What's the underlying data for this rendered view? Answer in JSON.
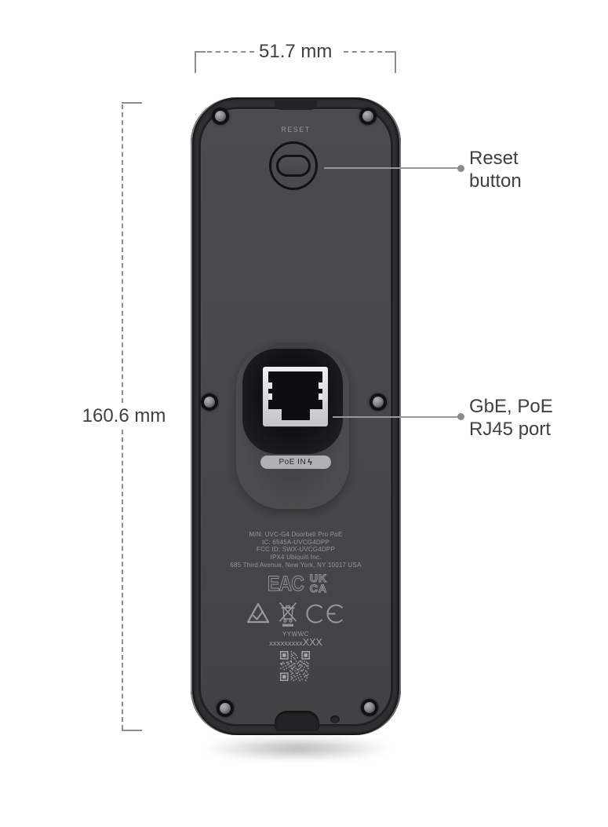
{
  "dimensions": {
    "width_label": "51.7 mm",
    "height_label": "160.6 mm"
  },
  "callouts": {
    "reset": {
      "line1": "Reset",
      "line2": "button"
    },
    "port": {
      "line1": "GbE, PoE",
      "line2": "RJ45 port"
    }
  },
  "device": {
    "reset_label": "RESET",
    "poe_label": "PoE IN",
    "poe_bolt": "ϟ",
    "regulatory_lines": [
      "M/N: UVC-G4 Doorbell Pro PoE",
      "IC: 6545A-UVCG4DPP",
      "FCC ID: SWX-UVCG4DPP",
      "IPX4    Ubiquiti Inc.",
      "685 Third Avenue, New York, NY 10017 USA"
    ],
    "eac_mark": "EAC",
    "ukca_line1": "UK",
    "ukca_line2": "CA",
    "date_code": "YYWWC",
    "serial_lower": "xxxxxxxxx",
    "serial_upper": "XXX"
  },
  "colors": {
    "device_body": "#303032",
    "device_panel": "#48484a",
    "annotation_text": "#3f4043",
    "dimension_line": "#8e8e90",
    "leader_line": "#98989a",
    "poe_label_bg": "#b0b0b2",
    "regulatory_text": "#97979a"
  }
}
